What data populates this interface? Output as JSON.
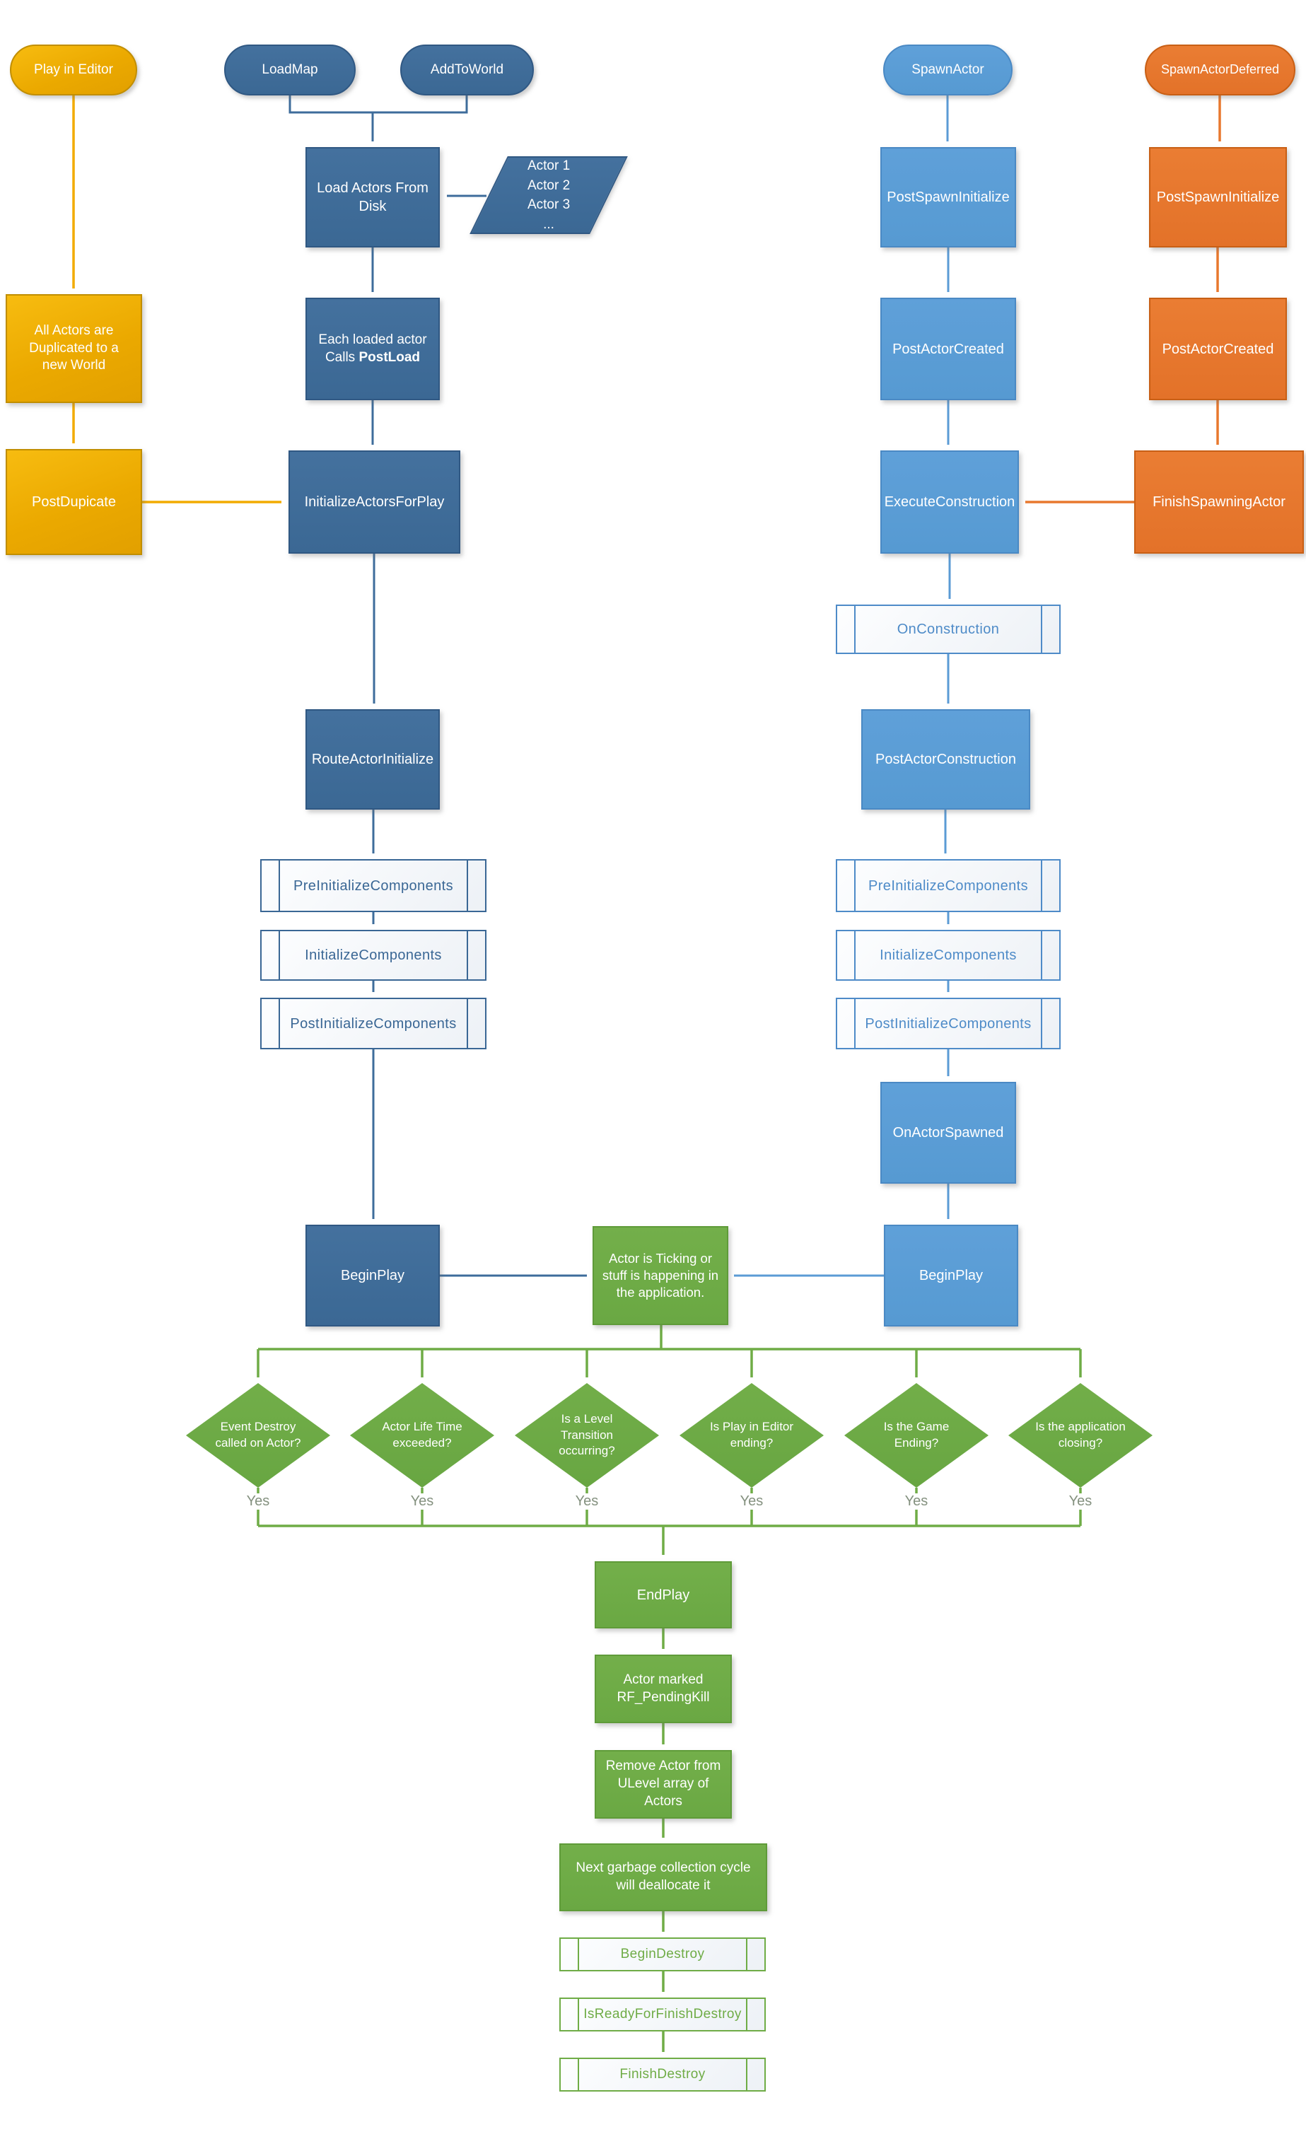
{
  "colors": {
    "gold": "#EBA900",
    "gold_border": "#C18E00",
    "gold_line": "#F2AB00",
    "dark_blue": "#3E6C9B",
    "dark_blue_border": "#305883",
    "dark_blue_line": "#3E6C9B",
    "light_blue": "#5B9BD5",
    "light_blue_border": "#4A89C4",
    "light_blue_line": "#5B9BD5",
    "orange": "#E8782E",
    "orange_border": "#C85F15",
    "orange_line": "#E8782E",
    "green": "#6FAC46",
    "green_border": "#5F9B39",
    "green_line": "#6FAC46",
    "subproc_blue_dark": "#3A6795",
    "subproc_blue_light": "#4E8BC8",
    "yes_label": "#84917F"
  },
  "nodes": {
    "play_in_editor": {
      "label": "Play in Editor"
    },
    "load_map": {
      "label": "LoadMap"
    },
    "add_to_world": {
      "label": "AddToWorld"
    },
    "spawn_actor": {
      "label": "SpawnActor"
    },
    "spawn_actor_deferred": {
      "label": "SpawnActorDeferred"
    },
    "load_actors_from_disk": {
      "label": "Load Actors From Disk"
    },
    "actors_list": {
      "l1": "Actor 1",
      "l2": "Actor 2",
      "l3": "Actor 3",
      "l4": "..."
    },
    "all_actors_duplicated": {
      "label": "All Actors are Duplicated to a new World"
    },
    "each_loaded_actor": {
      "line1": "Each loaded actor",
      "line2_text": "Calls ",
      "line2_bold": "PostLoad"
    },
    "post_dupicate": {
      "label": "PostDupicate"
    },
    "initialize_actors_for_play": {
      "label": "InitializeActorsForPlay"
    },
    "route_actor_initialize": {
      "label": "RouteActorInitialize"
    },
    "pre_initialize_components_left": {
      "label": "PreInitializeComponents"
    },
    "initialize_components_left": {
      "label": "InitializeComponents"
    },
    "post_initialize_components_left": {
      "label": "PostInitializeComponents"
    },
    "begin_play_left": {
      "label": "BeginPlay"
    },
    "post_spawn_initialize_blue": {
      "label": "PostSpawnInitialize"
    },
    "post_actor_created_blue": {
      "label": "PostActorCreated"
    },
    "execute_construction": {
      "label": "ExecuteConstruction"
    },
    "on_construction": {
      "label": "OnConstruction"
    },
    "post_actor_construction": {
      "label": "PostActorConstruction"
    },
    "pre_initialize_components_right": {
      "label": "PreInitializeComponents"
    },
    "initialize_components_right": {
      "label": "InitializeComponents"
    },
    "post_initialize_components_right": {
      "label": "PostInitializeComponents"
    },
    "on_actor_spawned": {
      "label": "OnActorSpawned"
    },
    "begin_play_right": {
      "label": "BeginPlay"
    },
    "post_spawn_initialize_orange": {
      "label": "PostSpawnInitialize"
    },
    "post_actor_created_orange": {
      "label": "PostActorCreated"
    },
    "finish_spawning_actor": {
      "label": "FinishSpawningActor"
    },
    "actor_ticking": {
      "label": "Actor is Ticking or stuff is happening in the application."
    },
    "decision_event_destroy": {
      "label": "Event Destroy called on Actor?"
    },
    "decision_actor_lifetime": {
      "label": "Actor Life Time exceeded?"
    },
    "decision_level_transition": {
      "label": "Is a Level Transition occurring?"
    },
    "decision_pie_ending": {
      "label": "Is Play in Editor ending?"
    },
    "decision_game_ending": {
      "label": "Is the Game Ending?"
    },
    "decision_app_closing": {
      "label": "Is the application closing?"
    },
    "end_play": {
      "label": "EndPlay"
    },
    "actor_marked_pending_kill": {
      "label": "Actor marked RF_PendingKill"
    },
    "remove_actor_from_ulevel": {
      "label": "Remove Actor from ULevel array of Actors"
    },
    "next_garbage_collection": {
      "label": "Next garbage collection cycle will deallocate it"
    },
    "begin_destroy": {
      "label": "BeginDestroy"
    },
    "is_ready_for_finish_destroy": {
      "label": "IsReadyForFinishDestroy"
    },
    "finish_destroy": {
      "label": "FinishDestroy"
    }
  },
  "edge_labels": {
    "yes": "Yes"
  }
}
